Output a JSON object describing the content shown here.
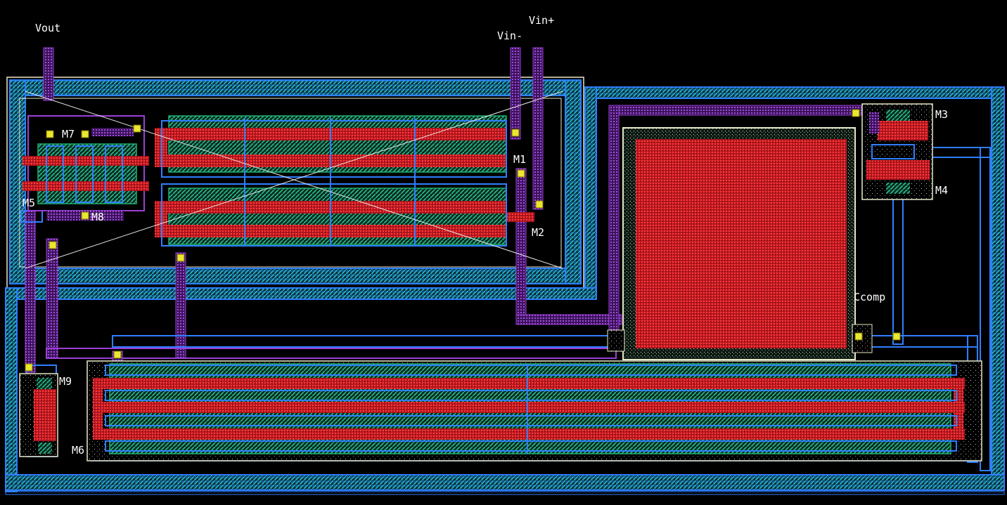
{
  "layout": {
    "labels": {
      "vout": "Vout",
      "vin_minus": "Vin-",
      "vin_plus": "Vin+",
      "m1": "M1",
      "m2": "M2",
      "m3": "M3",
      "m4": "M4",
      "m5": "M5",
      "m6": "M6",
      "m7": "M7",
      "m8": "M8",
      "m9": "M9",
      "ccomp": "Ccomp"
    },
    "colors": {
      "background": "#000000",
      "metal1": "#2f7fff",
      "metal2": "#9b3fd6",
      "poly": "#d8202a",
      "diffusion": "#20b070",
      "well_outline": "#e8e8c8",
      "contact": "#e8e830",
      "label_text": "#ffffff"
    }
  }
}
